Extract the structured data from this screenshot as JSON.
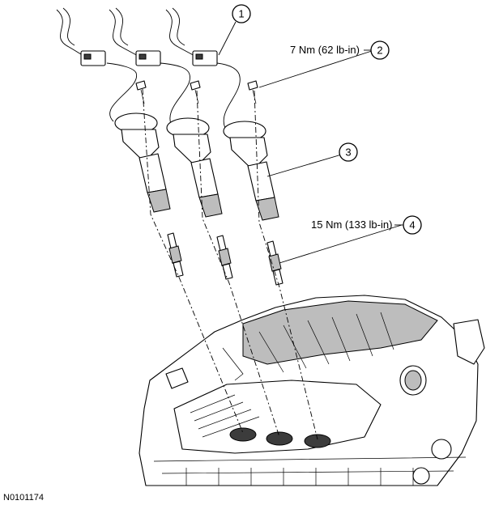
{
  "callouts": [
    {
      "number": "1"
    },
    {
      "number": "2",
      "torque": "7 Nm (62 lb-in)"
    },
    {
      "number": "3"
    },
    {
      "number": "4",
      "torque": "15 Nm (133 lb-in)"
    }
  ],
  "figure_id": "N0101174",
  "icons": [
    "ignition-coil-icon",
    "spark-plug-icon",
    "bolt-icon",
    "engine-icon",
    "connector-icon"
  ]
}
